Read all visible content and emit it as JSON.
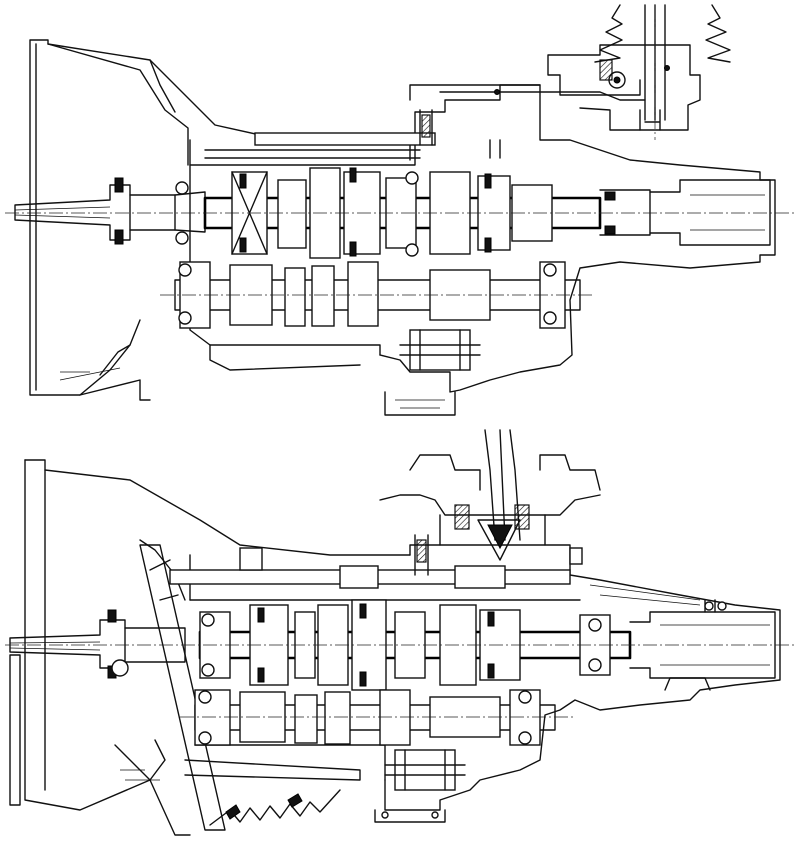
{
  "figures": [
    {
      "id": "upper",
      "subject": "transmission-cross-section-top"
    },
    {
      "id": "lower",
      "subject": "transmission-cross-section-bottom"
    }
  ],
  "colors": {
    "line": "#111111",
    "background": "#ffffff"
  }
}
